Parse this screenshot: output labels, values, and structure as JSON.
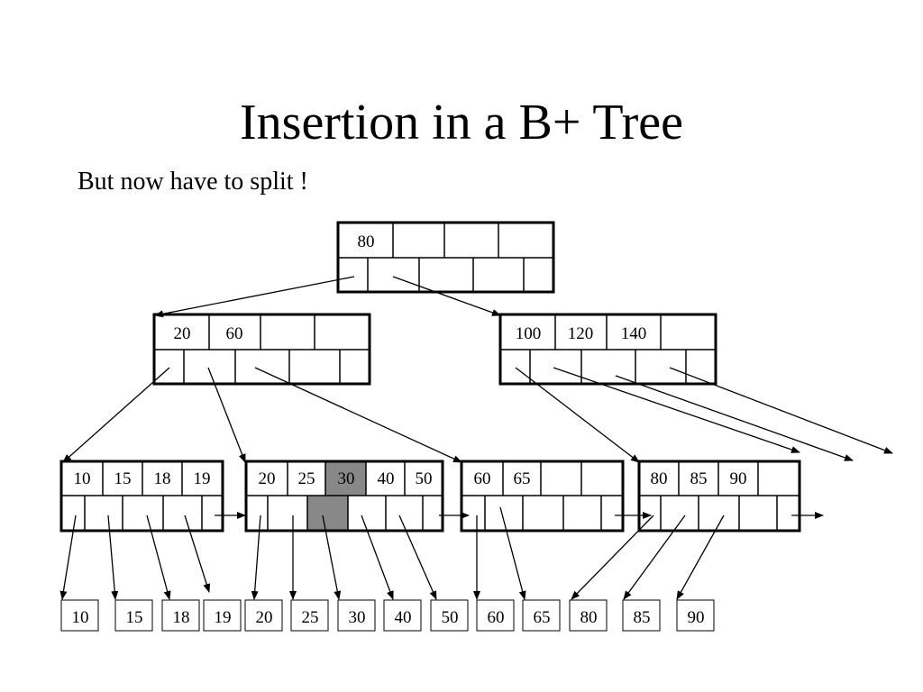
{
  "slide": {
    "title": "Insertion in a B+ Tree",
    "subtitle": "But now have to split !"
  },
  "colors": {
    "highlight": "#888888",
    "line": "#000000"
  },
  "tree": {
    "root": {
      "keys": [
        "80",
        "",
        "",
        ""
      ]
    },
    "internal": [
      {
        "keys": [
          "20",
          "60",
          "",
          ""
        ]
      },
      {
        "keys": [
          "100",
          "120",
          "140",
          ""
        ]
      }
    ],
    "leaf_nodes": [
      {
        "keys": [
          "10",
          "15",
          "18",
          "19"
        ]
      },
      {
        "keys": [
          "20",
          "25",
          "30",
          "40",
          "50"
        ],
        "highlighted_key": "30"
      },
      {
        "keys": [
          "60",
          "65",
          "",
          ""
        ]
      },
      {
        "keys": [
          "80",
          "85",
          "90",
          ""
        ]
      }
    ],
    "records": [
      "10",
      "15",
      "18",
      "19",
      "20",
      "25",
      "30",
      "40",
      "50",
      "60",
      "65",
      "80",
      "85",
      "90"
    ]
  }
}
